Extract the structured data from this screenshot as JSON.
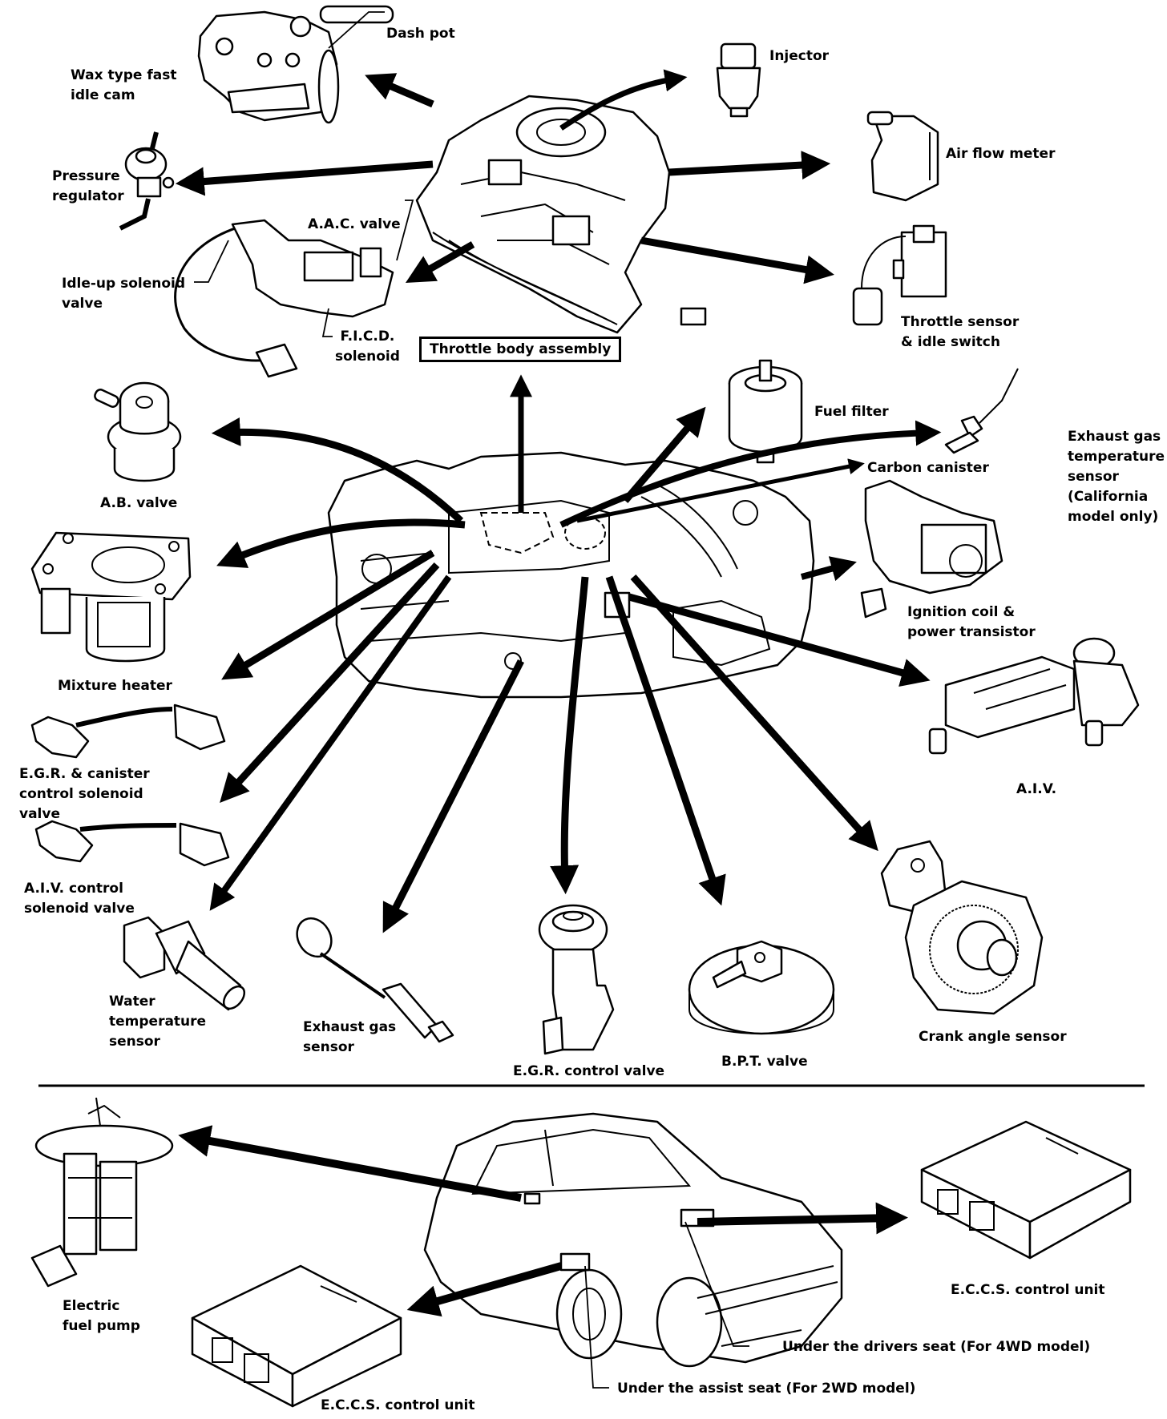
{
  "diagram": {
    "type": "component-location-diagram",
    "central_assembly": "Throttle body assembly",
    "colors": {
      "ink": "#000000",
      "paper": "#ffffff"
    },
    "labels": {
      "dash_pot": "Dash pot",
      "wax_type_fast_idle_cam": "Wax type fast\nidle cam",
      "injector": "Injector",
      "pressure_regulator": "Pressure\nregulator",
      "air_flow_meter": "Air flow meter",
      "aac_valve": "A.A.C. valve",
      "idle_up_solenoid_valve": "Idle-up solenoid\nvalve",
      "ficd_solenoid": "F.I.C.D.\nsolenoid",
      "throttle_body_assembly": "Throttle body assembly",
      "throttle_sensor": "Throttle sensor\n& idle switch",
      "ab_valve": "A.B. valve",
      "fuel_filter": "Fuel filter",
      "exhaust_gas_temp_sensor": "Exhaust gas\ntemperature\nsensor\n(California\nmodel only)",
      "carbon_canister": "Carbon canister",
      "mixture_heater": "Mixture heater",
      "ignition_coil": "Ignition coil &\npower transistor",
      "egr_canister_solenoid": "E.G.R. & canister\ncontrol solenoid\nvalve",
      "aiv": "A.I.V.",
      "aiv_control_solenoid": "A.I.V. control\nsolenoid valve",
      "water_temp_sensor": "Water\ntemperature\nsensor",
      "exhaust_gas_sensor": "Exhaust gas\nsensor",
      "egr_control_valve": "E.G.R. control valve",
      "bpt_valve": "B.P.T. valve",
      "crank_angle_sensor": "Crank angle sensor",
      "electric_fuel_pump": "Electric\nfuel pump",
      "eccs_control_unit_2wd": "E.C.C.S. control unit",
      "eccs_control_unit_4wd": "E.C.C.S. control unit",
      "under_drivers_seat": "Under the drivers seat (For 4WD model)",
      "under_assist_seat": "Under the assist seat (For 2WD model)"
    }
  }
}
